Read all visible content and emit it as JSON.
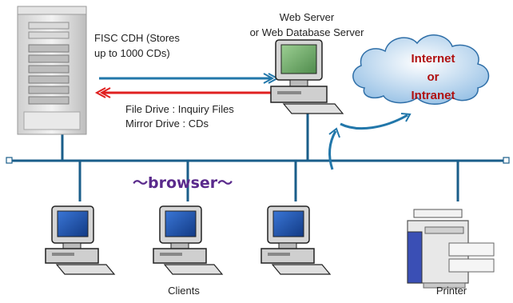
{
  "labels": {
    "server": [
      "FISC CDH (Stores",
      "up to 1000 CDs)"
    ],
    "web_server": [
      "Web Server",
      "or Web Database Server"
    ],
    "drives": [
      "File Drive : Inquiry Files",
      "Mirror Drive : CDs"
    ],
    "cloud": [
      "Internet",
      "or",
      "Intranet"
    ],
    "browser": "～browser～",
    "clients": "Clients",
    "printer": "Printer"
  },
  "colors": {
    "network_line": "#1a5e8a",
    "arrow_to_server": "#2277aa",
    "arrow_to_cdh": "#e02020",
    "cloud_fill": "#9ec7e8",
    "cloud_text": "#b01010",
    "browser_text": "#5a2a8c",
    "screen_blue": "#1d4fa8",
    "screen_green": "#6fa96c"
  },
  "icons": [
    "server-tower-icon",
    "computer-icon",
    "cloud-icon",
    "printer-icon"
  ]
}
